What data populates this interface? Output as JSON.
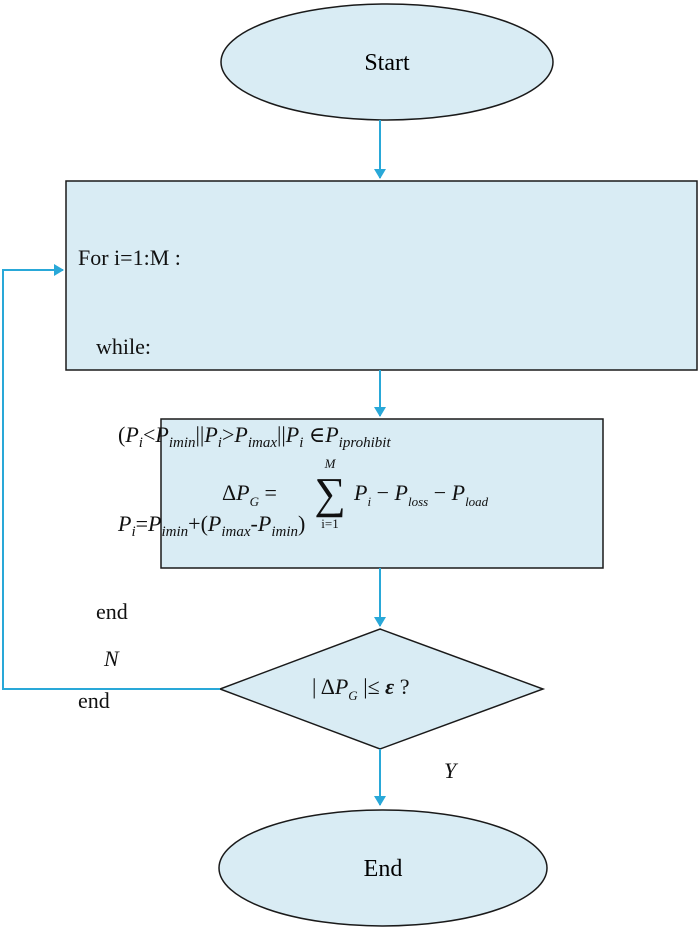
{
  "colors": {
    "fill": "#d9ecf4",
    "stroke": "#1a1a1a",
    "arrow": "#29a8d8"
  },
  "nodes": {
    "start": {
      "label": "Start"
    },
    "loop": {
      "lines": [
        "For i=1:M :",
        "while:",
        "(P_i<P_imin||P_i>P_imax||P_i ∈P_iprohibit",
        "P_i=P_imin+(P_imax-P_imin)",
        "end",
        "end"
      ]
    },
    "formula": {
      "lhs": "ΔP_G",
      "eq": "=",
      "sum_upper": "M",
      "sum_lower": "i=1",
      "rhs": "P_i − P_loss − P_load"
    },
    "decision": {
      "label": "| ΔP_G |≤ ε ?"
    },
    "end": {
      "label": "End"
    }
  },
  "edges": {
    "no_label": "N",
    "yes_label": "Y"
  }
}
